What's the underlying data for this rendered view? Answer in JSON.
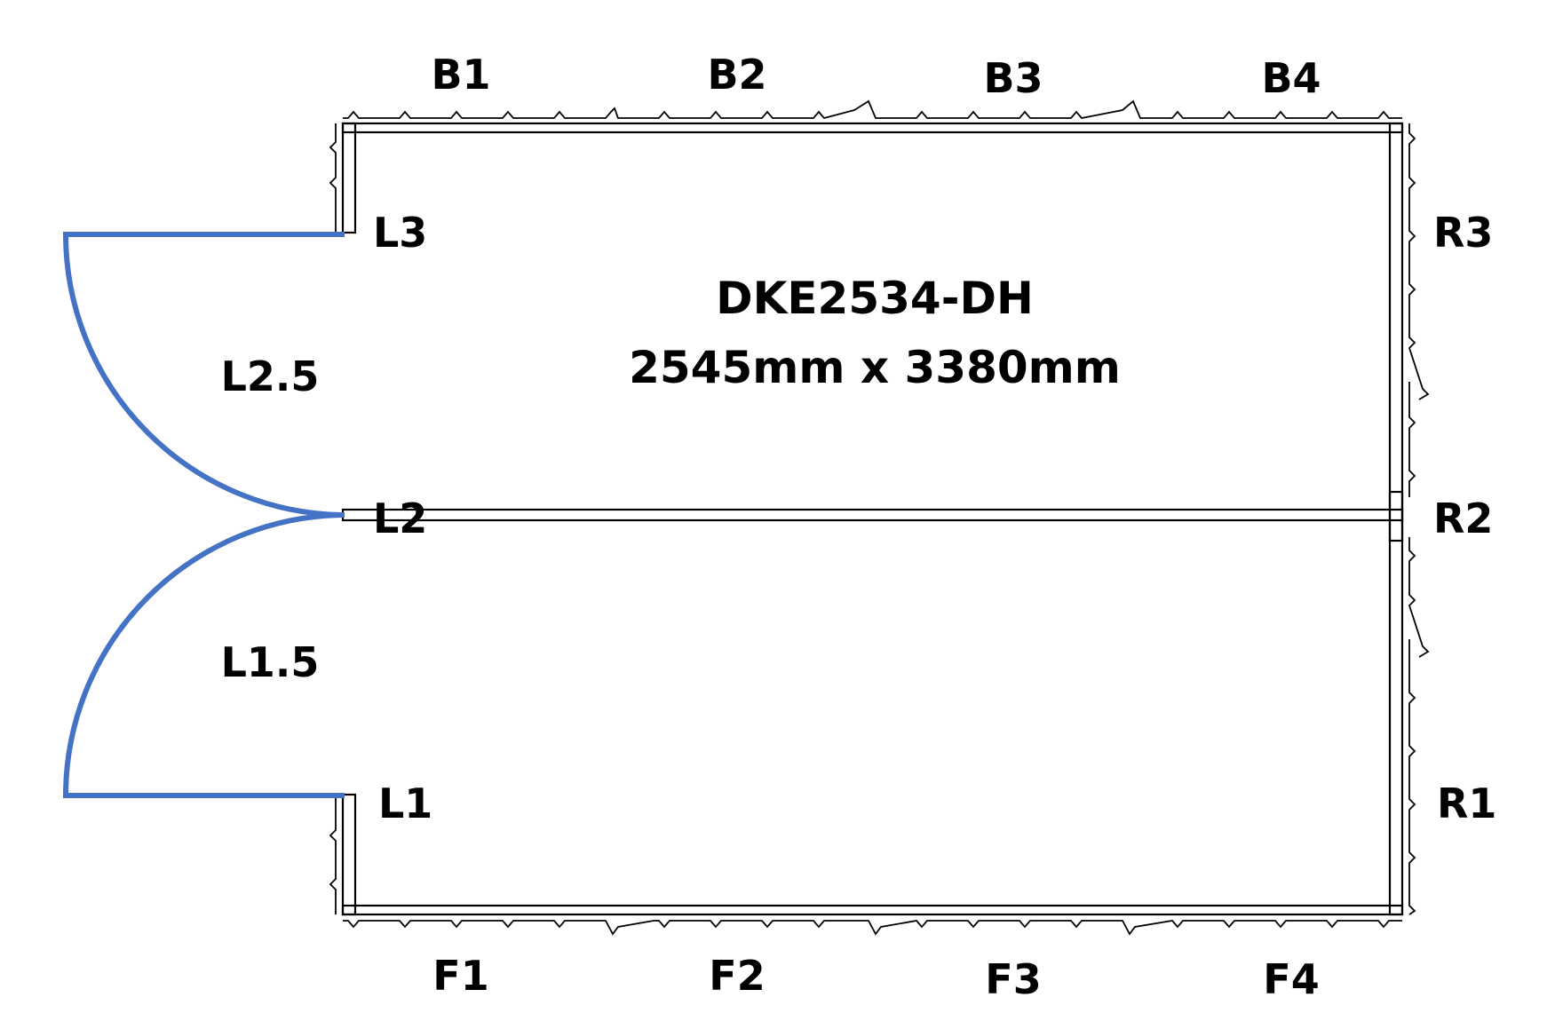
{
  "diagram": {
    "model": "DKE2534-DH",
    "dimensions": "2545mm x 3380mm",
    "door_color": "#4472c4",
    "labels": {
      "back": [
        "B1",
        "B2",
        "B3",
        "B4"
      ],
      "front": [
        "F1",
        "F2",
        "F3",
        "F4"
      ],
      "left": {
        "l3": "L3",
        "l2_5": "L2.5",
        "l2": "L2",
        "l1_5": "L1.5",
        "l1": "L1"
      },
      "right": {
        "r3": "R3",
        "r2": "R2",
        "r1": "R1"
      }
    }
  }
}
